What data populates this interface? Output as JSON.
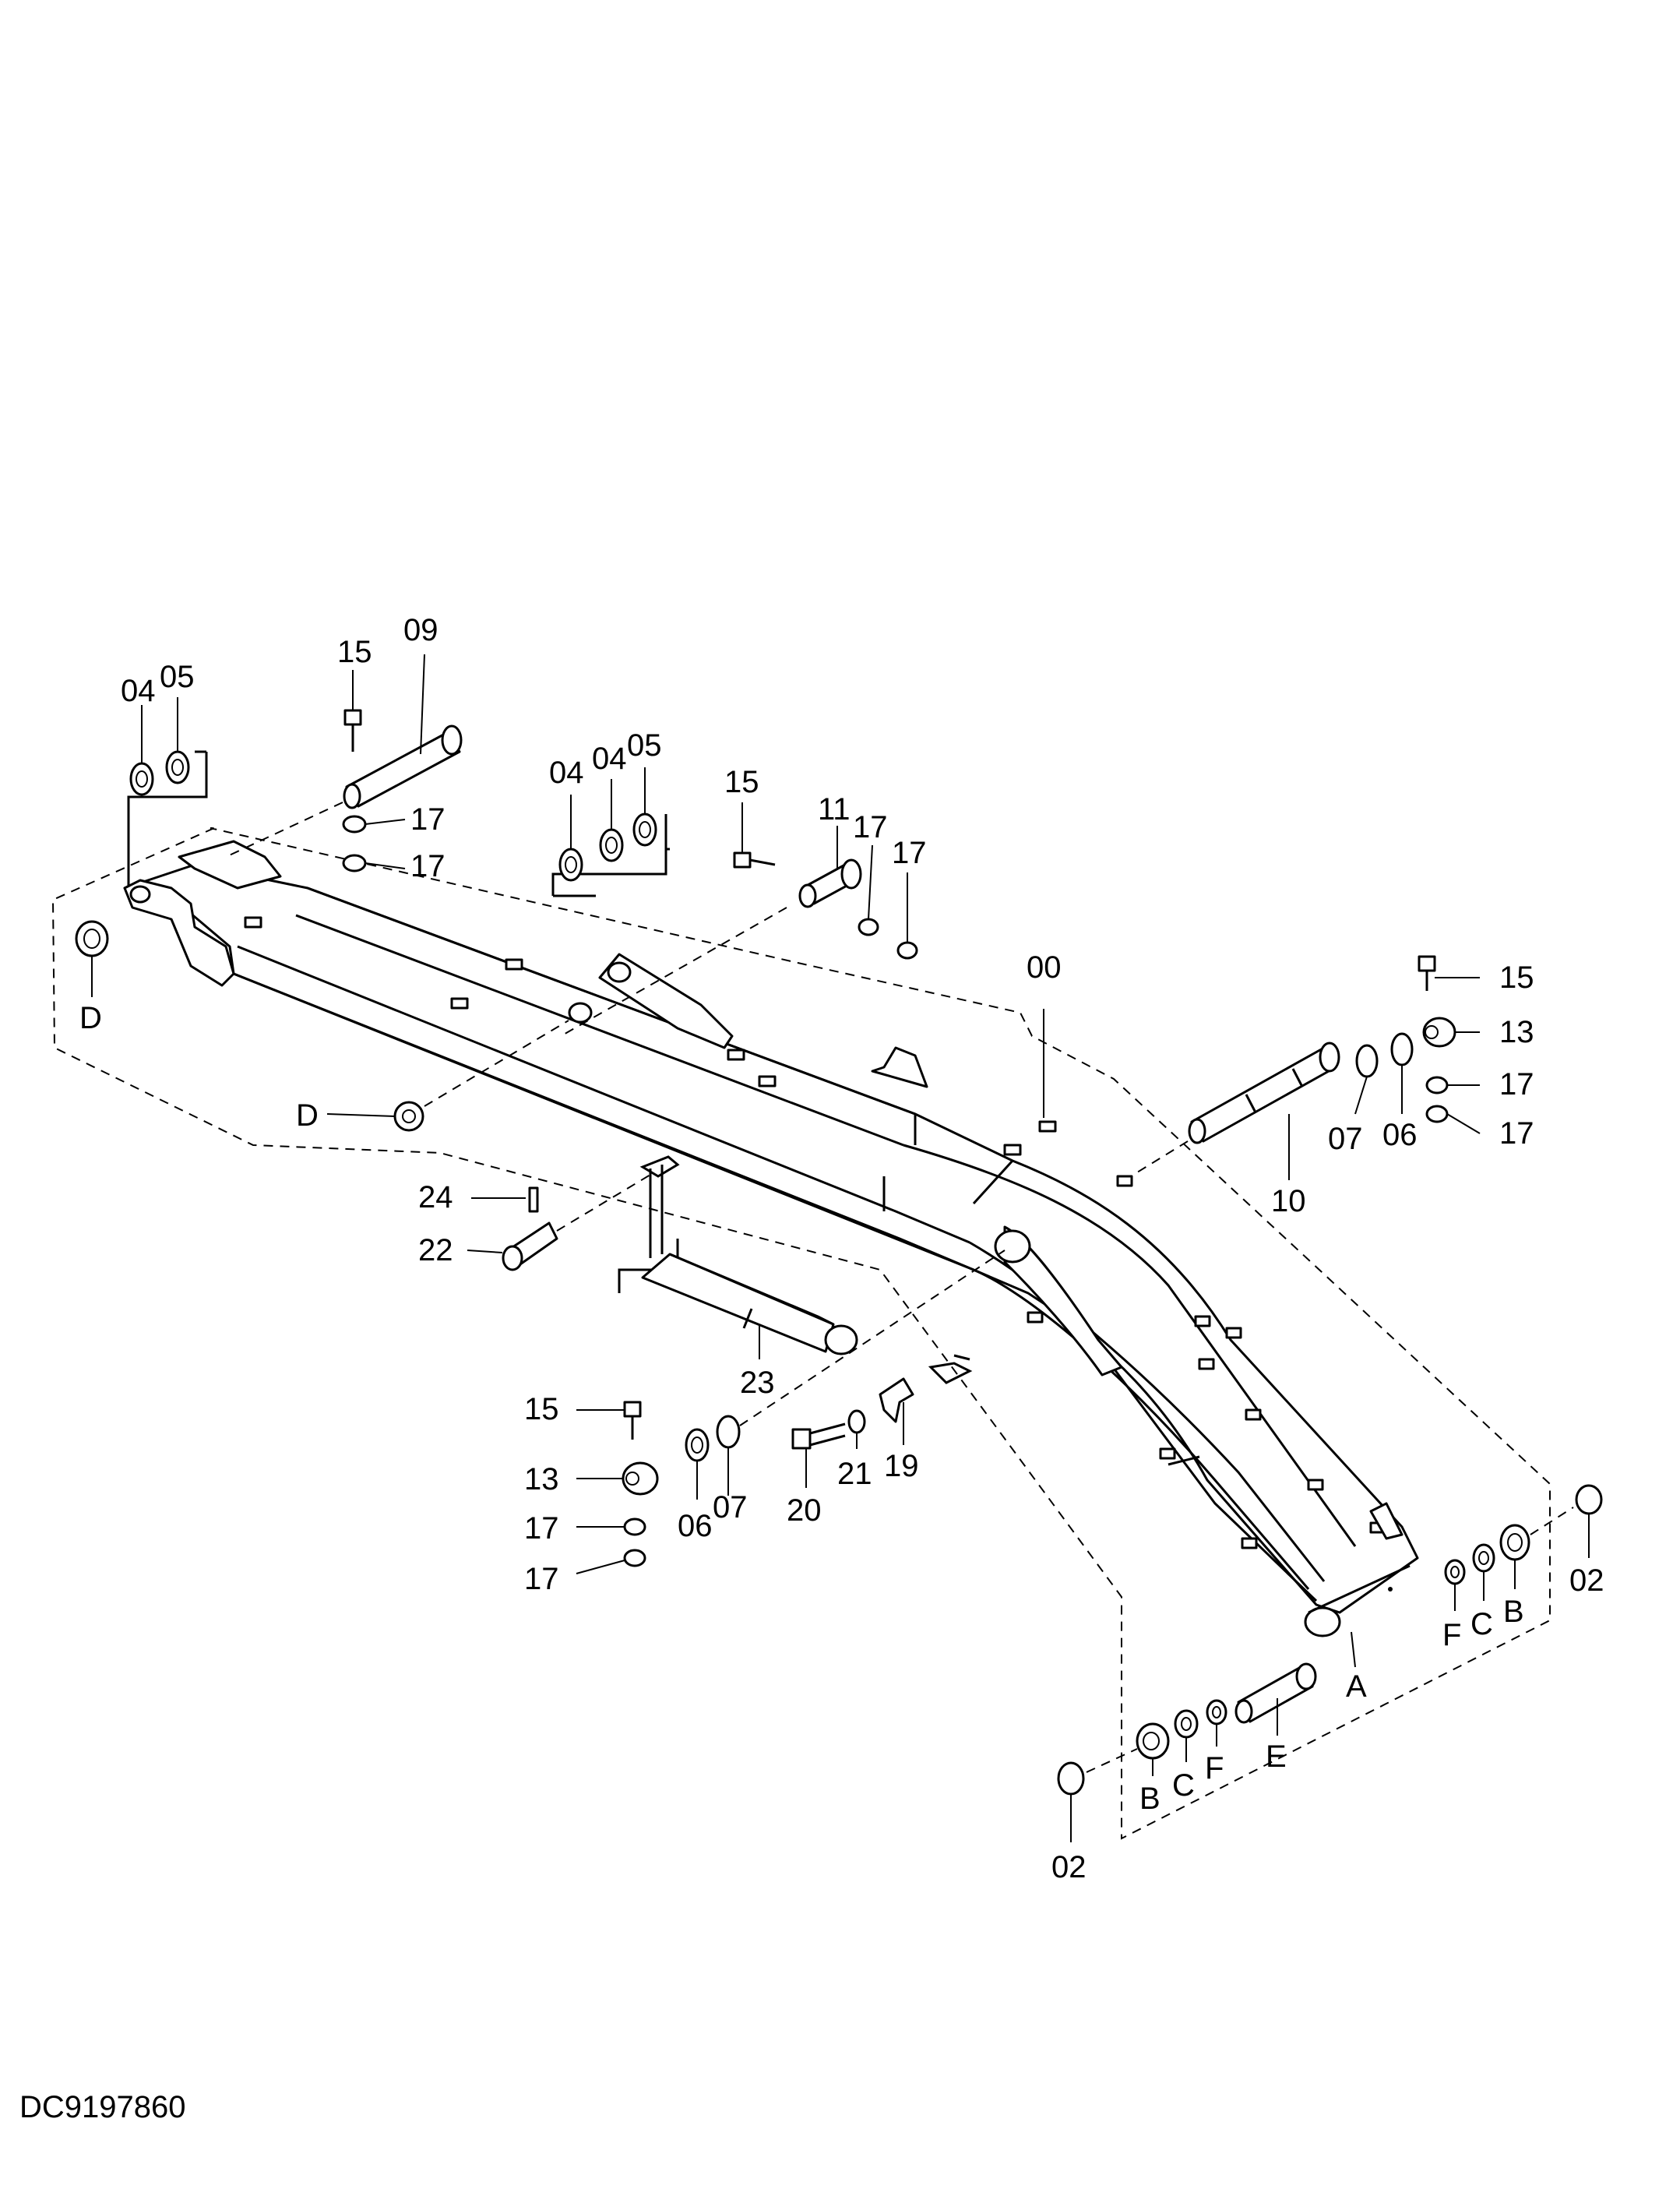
{
  "drawing_code": "DC9197860",
  "labels": [
    "04",
    "05",
    "15",
    "09",
    "17",
    "17",
    "04",
    "04",
    "05",
    "15",
    "11",
    "17",
    "17",
    "00",
    "15",
    "13",
    "17",
    "17",
    "07",
    "06",
    "10",
    "D",
    "D",
    "24",
    "22",
    "23",
    "15",
    "13",
    "17",
    "17",
    "06",
    "07",
    "20",
    "21",
    "19",
    "F",
    "C",
    "B",
    "02",
    "A",
    "E",
    "F",
    "C",
    "B",
    "02"
  ]
}
